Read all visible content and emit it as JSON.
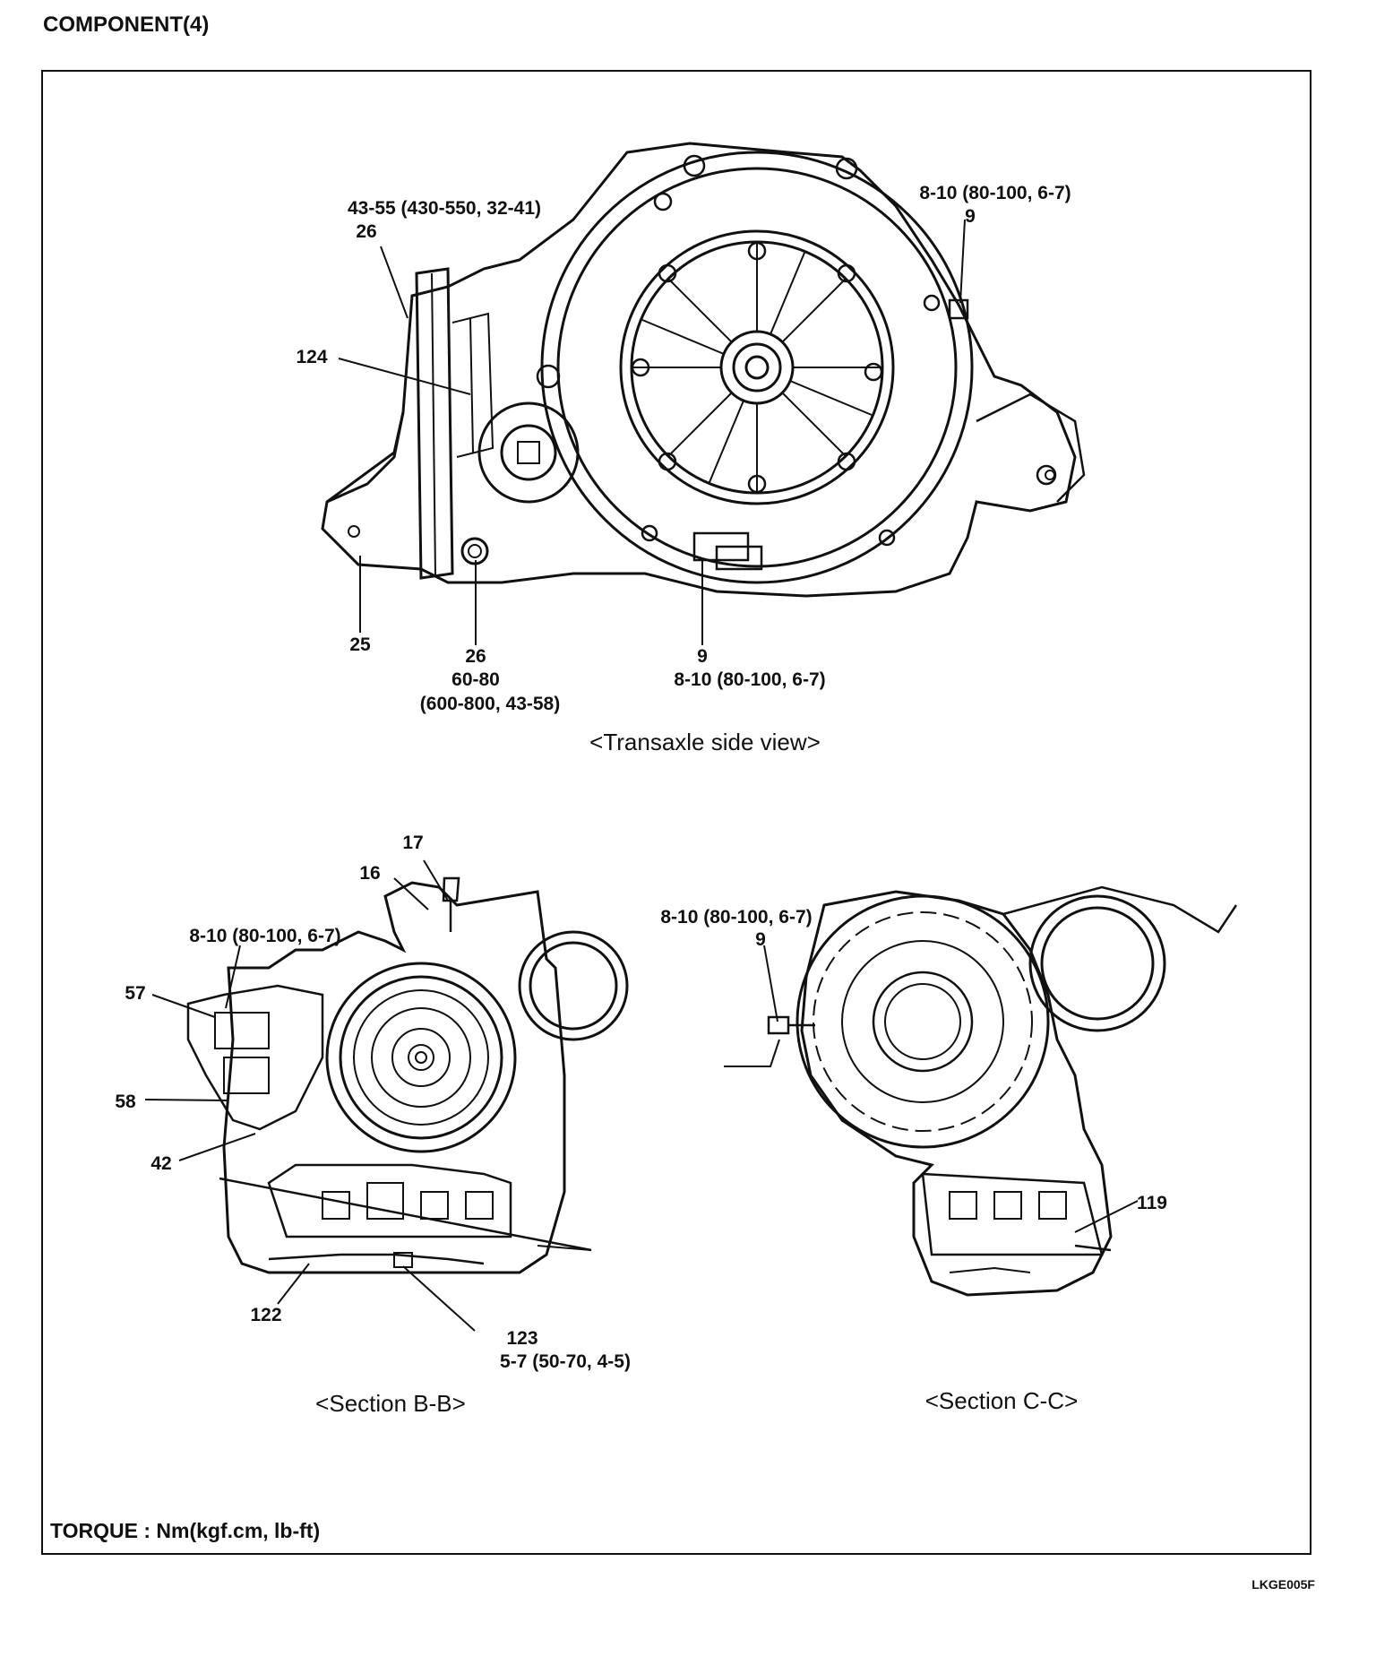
{
  "header": {
    "title": "COMPONENT(4)"
  },
  "views": {
    "side": {
      "caption": "<Transaxle side view>",
      "labels": {
        "torque_26_top": "43-55 (430-550, 32-41)",
        "part_26_top": "26",
        "torque_9_top": "8-10 (80-100, 6-7)",
        "part_9_top": "9",
        "part_124": "124",
        "part_25": "25",
        "part_26_bottom": "26",
        "torque_26_bottom_nm": "60-80",
        "torque_26_bottom_alt": "(600-800, 43-58)",
        "part_9_bottom": "9",
        "torque_9_bottom": "8-10 (80-100, 6-7)"
      }
    },
    "section_bb": {
      "caption": "<Section B-B>",
      "labels": {
        "part_17": "17",
        "part_16": "16",
        "torque_57": "8-10 (80-100, 6-7)",
        "part_57": "57",
        "part_58": "58",
        "part_42": "42",
        "part_122": "122",
        "part_123": "123",
        "torque_123": "5-7 (50-70, 4-5)"
      }
    },
    "section_cc": {
      "caption": "<Section C-C>",
      "labels": {
        "torque_9": "8-10 (80-100, 6-7)",
        "part_9": "9",
        "part_119": "119"
      }
    }
  },
  "footer": {
    "torque_note": "TORQUE : Nm(kgf.cm, lb-ft)",
    "figure_code": "LKGE005F"
  }
}
